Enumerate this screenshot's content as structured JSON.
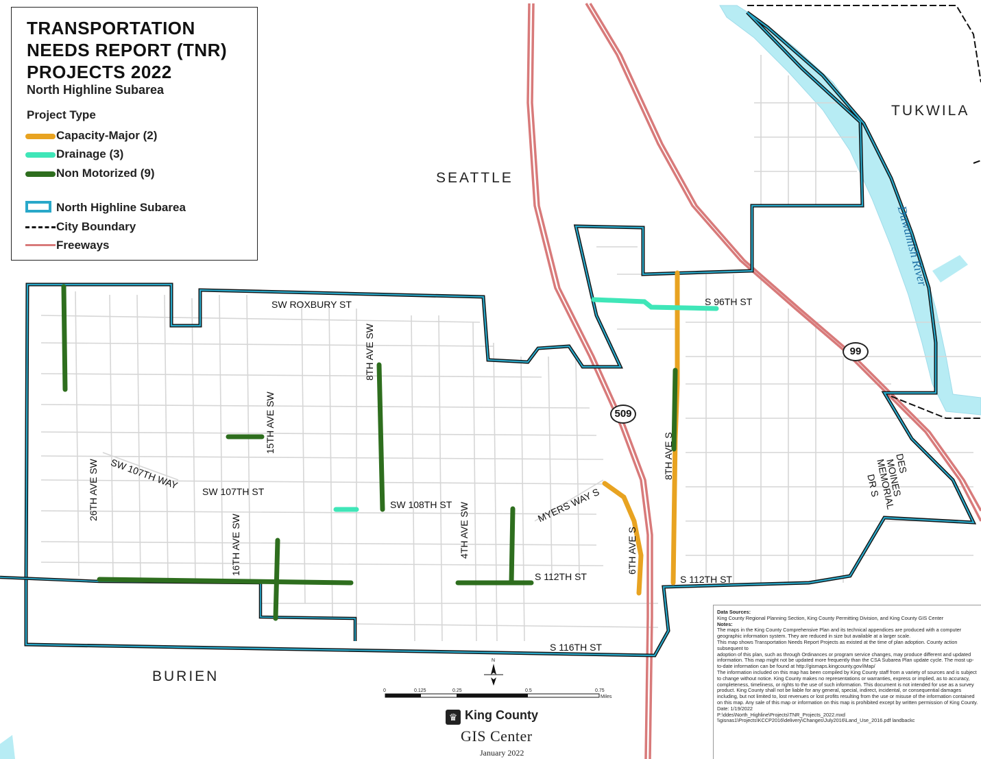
{
  "legend": {
    "title_line1": "TRANSPORTATION",
    "title_line2": "NEEDS REPORT (TNR)",
    "title_line3": "PROJECTS 2022",
    "subtitle": "North Highline Subarea",
    "section": "Project Type",
    "items": [
      {
        "label": "Capacity-Major (2)",
        "color": "#e8a321"
      },
      {
        "label": "Drainage (3)",
        "color": "#3fe6b8"
      },
      {
        "label": "Non Motorized (9)",
        "color": "#2e6e1e"
      },
      {
        "label": "North Highline Subarea",
        "color": "#29a8c9"
      },
      {
        "label": "City Boundary",
        "color": "#111111"
      },
      {
        "label": "Freeways",
        "color": "#d87a7a"
      }
    ]
  },
  "cities": {
    "seattle": "SEATTLE",
    "tukwila": "TUKWILA",
    "burien": "BURIEN"
  },
  "river": "Duwamish River",
  "streets": {
    "sw_roxbury": "SW ROXBURY ST",
    "s_96th": "S 96TH ST",
    "8th_ave_sw": "8TH AVE SW",
    "15th_ave_sw": "15TH AVE SW",
    "sw_107th_way": "SW 107TH WAY",
    "26th_ave_sw": "26TH AVE SW",
    "sw_107th_st": "SW 107TH ST",
    "sw_108th_st": "SW 108TH ST",
    "16th_ave_sw": "16TH AVE SW",
    "4th_ave_sw": "4TH AVE SW",
    "myers_way": "MYERS WAY S",
    "6th_ave_s": "6TH AVE S",
    "8th_ave_s": "8TH AVE S",
    "s_112th_w": "S 112TH ST",
    "s_112th_e": "S 112TH ST",
    "s_116th": "S 116TH ST",
    "des_moines_1": "DES",
    "des_moines_2": "MOINES",
    "des_moines_3": "MEMORIAL",
    "des_moines_4": "DR S"
  },
  "shields": {
    "sr509": "509",
    "sr99": "99"
  },
  "scale": {
    "ticks": [
      "0",
      "0.125",
      "0.25",
      "0.5",
      "0.75"
    ],
    "unit": "Miles",
    "north": "N"
  },
  "logo": {
    "name": "King County",
    "dept": "GIS Center",
    "date": "January 2022"
  },
  "notes": {
    "sources_head": "Data Sources:",
    "sources": "King County Regional Planning Section, King County Permitting Division, and King County GIS Center",
    "notes_head": "Notes:",
    "p1": "The maps in the King County Comprehensive Plan and its technical appendices are produced with a computer geographic information system. They are reduced in size but available at a larger scale.",
    "p2": "This map shows Transportation Needs Report Projects as existed at the time of plan adoption. County action subsequent to",
    "p3": "adoption of this plan, such as through Ordinances or program service changes, may produce different and updated information. This map might not be updated more frequently than the CSA Subarea Plan update cycle. The most up-to-date information can be found at http://gismaps.kingcounty.gov/iMap/",
    "p4": "The information included on this map has been compiled by King County staff from a variety of sources and is subject to change without notice. King County makes no representations or warranties, express or implied, as to accuracy, completeness, timeliness, or rights to the use of such information. This document is not intended for use as a survey product. King County shall not be liable for any general, special, indirect, incidental, or consequential damages including, but not limited to, lost revenues or lost profits resulting from the use or misuse of the information contained on this map. Any sale of this map or information on this map is prohibited except by written permission of King County.",
    "date": "Date: 1/19/2022",
    "path1": "P:\\ddes\\North_Highline\\Projects\\TNR_Projects_2022.mxd",
    "path2": "\\\\gisnas1\\Projects\\KCCP2016\\delivery\\Changes\\July2016\\Land_Use_2016.pdf  landbackc"
  }
}
